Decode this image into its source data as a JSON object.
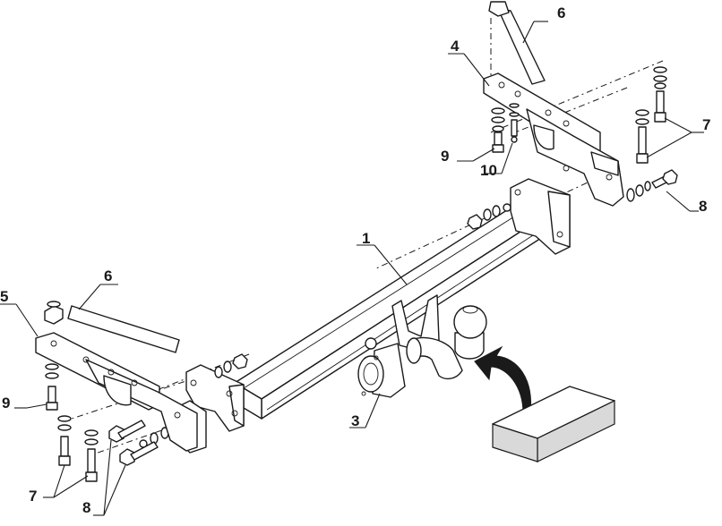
{
  "diagram": {
    "callouts": [
      {
        "id": "c1",
        "text": "1"
      },
      {
        "id": "c3",
        "text": "3"
      },
      {
        "id": "c4",
        "text": "4"
      },
      {
        "id": "c5",
        "text": "5"
      },
      {
        "id": "c6-top",
        "text": "6"
      },
      {
        "id": "c6-left",
        "text": "6"
      },
      {
        "id": "c7-right",
        "text": "7"
      },
      {
        "id": "c7-left",
        "text": "7"
      },
      {
        "id": "c8-right",
        "text": "8"
      },
      {
        "id": "c8-left",
        "text": "8"
      },
      {
        "id": "c9-right",
        "text": "9"
      },
      {
        "id": "c9-left",
        "text": "9"
      },
      {
        "id": "c10",
        "text": "10"
      }
    ],
    "colors": {
      "ink": "#1a1a1a",
      "paper": "#ffffff",
      "shade": "#d9d9d9"
    }
  }
}
